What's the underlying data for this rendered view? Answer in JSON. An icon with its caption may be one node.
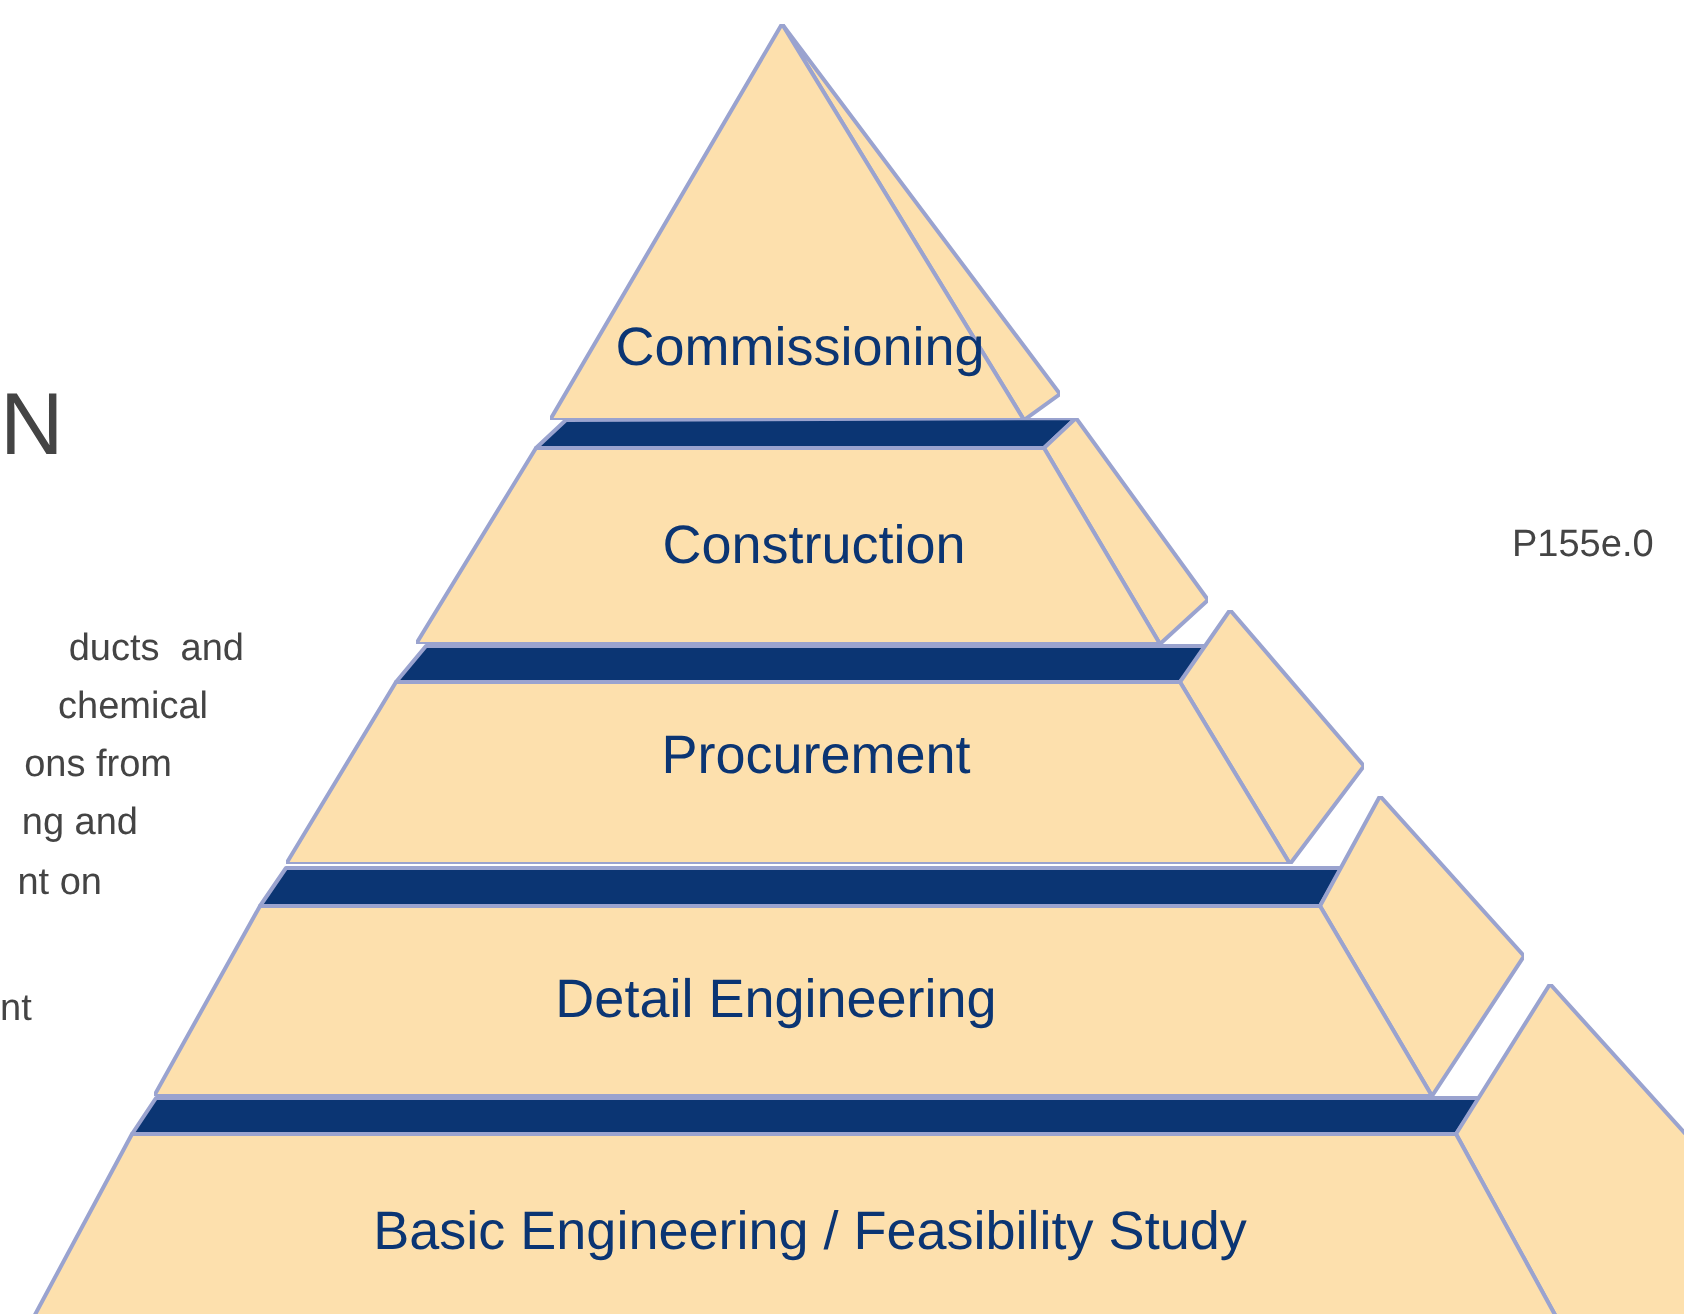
{
  "diagram": {
    "nodes": [
      {
        "text": [
          "Commissioning"
        ]
      },
      {
        "text": [
          "Construction"
        ]
      },
      {
        "text": [
          "Procurement"
        ]
      },
      {
        "text": [
          "Detail Engineering"
        ]
      },
      {
        "text": [
          "Basic Engineering / Feasibility Study"
        ]
      }
    ],
    "labels": [
      "N",
      "ducts  and",
      "chemical",
      "ons from",
      "ng and",
      "nt on",
      "nt",
      "P155e.0"
    ]
  }
}
